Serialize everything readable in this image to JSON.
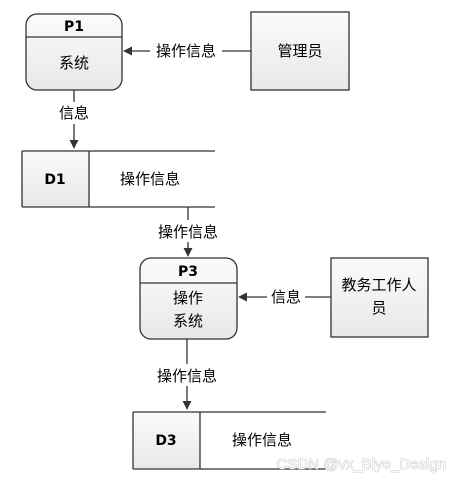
{
  "processes": {
    "p1": {
      "id": "P1",
      "name": "系统"
    },
    "p3": {
      "id": "P3",
      "name_line1": "操作",
      "name_line2": "系统"
    }
  },
  "entities": {
    "admin": "管理员",
    "staff_line1": "教务工作人",
    "staff_line2": "员"
  },
  "stores": {
    "d1": {
      "id": "D1",
      "name": "操作信息"
    },
    "d3": {
      "id": "D3",
      "name": "操作信息"
    }
  },
  "flows": {
    "admin_to_p1": "操作信息",
    "p1_to_d1": "信息",
    "d1_to_p3": "操作信息",
    "staff_to_p3": "信息",
    "p3_to_d3": "操作信息"
  },
  "watermark": "CSDN @vx_Biye_Design"
}
